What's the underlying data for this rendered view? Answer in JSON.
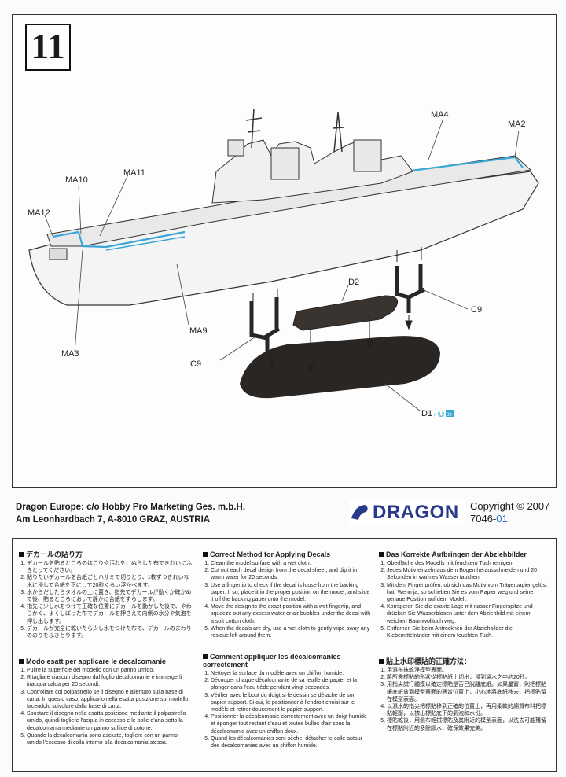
{
  "step_number": "11",
  "diagram": {
    "labels": {
      "ma4": "MA4",
      "ma2": "MA2",
      "ma11": "MA11",
      "ma10": "MA10",
      "ma12": "MA12",
      "ma9": "MA9",
      "ma3": "MA3",
      "d2": "D2",
      "c9_right": "C9",
      "c9_left": "C9",
      "d1": "D1"
    },
    "d1_refs": [
      "12",
      "33"
    ],
    "colors": {
      "stripe": "#3aa6d6",
      "stand": "#2a2624",
      "outline": "#333333"
    }
  },
  "footer": {
    "address_line1": "Dragon Europe: c/o Hobby Pro Marketing Ges. m.b.H.",
    "address_line2": "Am Leonhardbach 7, A-8010 GRAZ, AUSTRIA",
    "logo_text": "DRAGON",
    "copyright": "Copyright © 2007",
    "code_prefix": "7046-",
    "code_suffix": "01"
  },
  "instructions": {
    "jp": {
      "title": "デカールの貼り方",
      "steps": [
        "デカールを貼るところのほこりや汚れを、ぬらした布できれいにふきとってください。",
        "貼りたいデカールを台紙ごとハサミで切りとり、1枚ずつきれいな水に浸して台紙を下にして20秒くらい浮かべます。",
        "水からだしたらタオルの上に置き、指先でデカールが動くか確かめて後、貼るところにおいて静かに台紙をずらします。",
        "指先に少し水をつけて正確な位置にデカールを動かした後で、やわらかく、よくしぼった布でデカールを押さえて内側の水分や気泡を押し出します。",
        "デカールが完全に乾いたら少し水をつけた布で、デカールのまわりののりをふきとります。"
      ]
    },
    "en": {
      "title": "Correct Method for Applying Decals",
      "steps": [
        "Clean the model surface with a wet cloth.",
        "Cut out each decal design from the decal sheet, and dip it in warm water for 20 seconds.",
        "Use a fingertip to check if the decal is loose from the backing paper. If so, place it in the proper position on the model, and slide it off the backing paper onto the model.",
        "Move the design to the exact position with a wet fingertip, and squeeze out any excess water or air bubbles under the decal with a soft cotton cloth.",
        "When the decals are dry, use a wet cloth to gently wipe away any residue left around them."
      ]
    },
    "de": {
      "title": "Das Korrekte Aufbringen der Abziehbilder",
      "steps": [
        "Oberfläche des Modells mit feuchtem Tuch reinigen.",
        "Jedes Motiv einzeln aus dem Bogen herausschneiden und 20 Sekunden in warmes Wasser tauchen.",
        "Mit dem Finger prüfen, ob sich das Motiv vom Trägerpapier gelöst hat. Wenn ja, so schieben Sie es vom Papier weg und seine genaue Position auf dem Modell.",
        "Korrigieren Sie die exakte Lage mit nasser Fingerspitze und drücken Sie Wasserblasen unter dem Abziehbild mit einem weichen Baumwolltuch weg.",
        "Entfernen Sie beim Antrocknen der Abziehbilder die Klebemittelränder mit einem feuchten Tuch."
      ]
    },
    "it": {
      "title": "Modo esatt per applicare le decalcomanie",
      "steps": [
        "Pulire la superficie del modello con un panno umido.",
        "Ritagliare ciascun disegno dal foglio decalcomanie e immergerli inacqua calda per 20 secondi.",
        "Controllare col polpastrello se il disegno è allentato sulla base di carta. In questo caso, applicarlo nella esatta posizione sul modello facendolo scivolare dalla base di carta.",
        "Spostare il disegno nella esatta posizione mediante il polpastrello umido, quindi togliere l'acqua in eccesso e le bolle d'aria sotto la decalcomania mediante un panno soffice di cotone.",
        "Quando la decalcomania sono asciutte, togliere con un panno umido l'eccesso di colla intorno alla decalcomania stessa."
      ]
    },
    "fr": {
      "title": "Comment appliquer les décalcomanies correctement",
      "steps": [
        "Nettoyer la surface du modèle avec un chiffon humide.",
        "Découper chaque décalcomanie de sa feuille de papier et la plonger dans l'eau tiède pendant vingt secondes.",
        "Vérifier avec le bout du doigt si le dessin se détache de son papier-support. Si oui, le positionner à l'endroit choisi sur le modèle et retirer doucement le papier-support.",
        "Positionner la décalcomanie correctement avec un doigt humide et éponger tout restant d'eau et toutes bulles d'air sous la décalcomanie avec un chiffon doux.",
        "Quand les décalcomanies sont sèche, détacher le colle autour des décalcomanies avec un chiffon humide."
      ]
    },
    "zh": {
      "title": "貼上水印標貼的正確方法：",
      "steps": [
        "用濕布抹乾淨模型表面。",
        "將所需標貼的形狀從標貼紙上切出，浸到溫水之中約20秒。",
        "用指尖試行觸摸以確定標貼是否已脫離底紙。如果屬實，則把標貼鑲底紙放到模型表面的適當位置上，小心地將底紙移去，把標貼留在模型表面。",
        "以濕水的指尖把標貼移到正確的位置上，再用柔軟的綿質布料把標貼輕壓，以擠出標貼底下的氣泡和水份。",
        "標貼乾後，用濕布輕拭標貼及其附近的模型表面，以洗去可能殘留在標貼附近的多餘膠水，確保效果完美。"
      ]
    }
  }
}
